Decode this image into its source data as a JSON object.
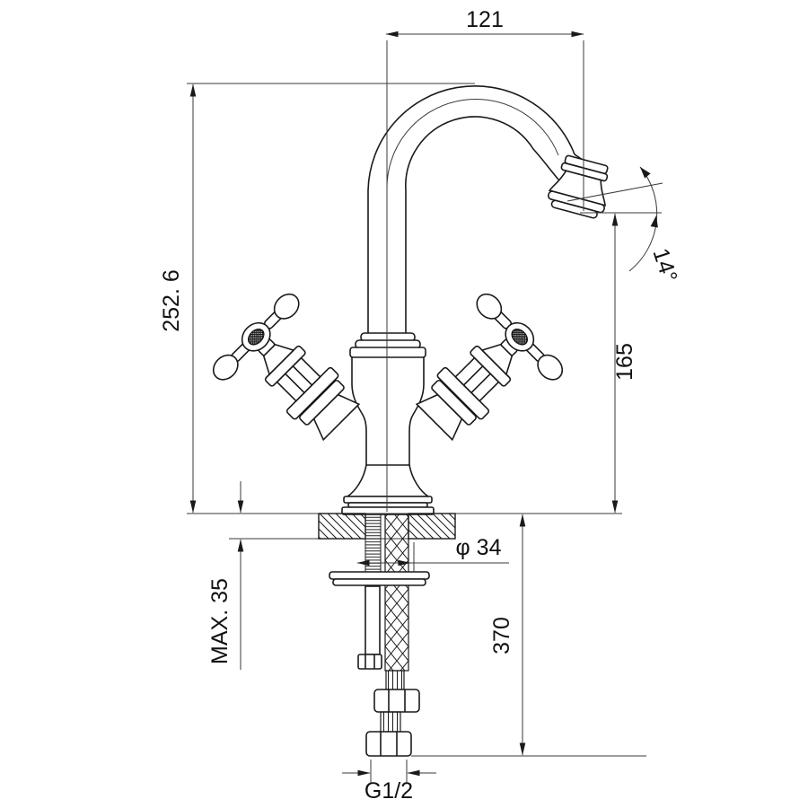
{
  "drawing": {
    "type": "technical-dimension-drawing",
    "subject": "two-handle basin mixer faucet, side elevation with installation section",
    "line_color": "#1a1a1a",
    "background": "#ffffff",
    "dimensions": {
      "spout_reach": "121",
      "overall_height": "252. 6",
      "spout_outlet_height": "165",
      "outlet_angle": "14°",
      "deck_hole_diameter": "φ 34",
      "max_deck_thickness": "MAX. 35",
      "hose_length": "370",
      "connection_thread": "G1/2"
    }
  }
}
